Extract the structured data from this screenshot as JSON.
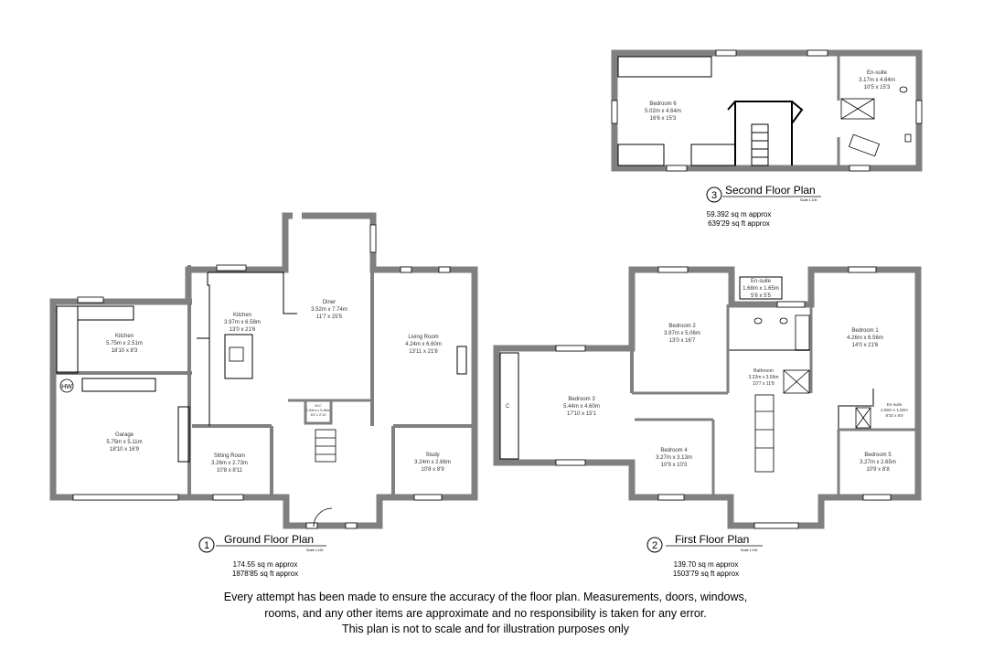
{
  "ground_floor": {
    "number": "1",
    "title": "Ground Floor Plan",
    "scale": "Scale 1:100",
    "area_sqm": "174.55 sq m approx",
    "area_sqft": "1878'85 sq ft approx",
    "rooms": [
      {
        "name": "Kitchen",
        "metric": "5.75m x 2.51m",
        "imperial": "18'10 x 8'3"
      },
      {
        "name": "Kitchen",
        "metric": "3.97m x 6.58m",
        "imperial": "13'0 x 21'6"
      },
      {
        "name": "Diner",
        "metric": "3.52m x 7.74m",
        "imperial": "11'7 x 25'5"
      },
      {
        "name": "Living Room",
        "metric": "4.24m x 6.60m",
        "imperial": "13'11 x 21'8"
      },
      {
        "name": "W.C",
        "metric": "1.84m x 0.86m",
        "imperial": "6'0 x 2'10"
      },
      {
        "name": "Garage",
        "metric": "5.75m x 5.11m",
        "imperial": "18'10 x 16'9"
      },
      {
        "name": "Sitting Room",
        "metric": "3.26m x 2.73m",
        "imperial": "10'8 x 8'11"
      },
      {
        "name": "Study",
        "metric": "3.24m x 2.66m",
        "imperial": "10'8 x 8'9"
      }
    ],
    "hw_label": "HW"
  },
  "first_floor": {
    "number": "2",
    "title": "First Floor Plan",
    "scale": "Scale 1:100",
    "area_sqm": "139.70 sq m approx",
    "area_sqft": "1503'79 sq ft approx",
    "rooms": [
      {
        "name": "Bedroom 2",
        "metric": "3.97m x 5.06m",
        "imperial": "13'0 x 16'7"
      },
      {
        "name": "En-suite",
        "metric": "1.68m x 1.65m",
        "imperial": "5'6 x 5'5"
      },
      {
        "name": "Bedroom 1",
        "metric": "4.26m x 6.56m",
        "imperial": "14'0 x 21'6"
      },
      {
        "name": "Bedroom 3",
        "metric": "5.44m x 4.60m",
        "imperial": "17'10 x 15'1"
      },
      {
        "name": "Bathroom",
        "metric": "3.22m x 3.56m",
        "imperial": "10'7 x 11'8"
      },
      {
        "name": "En-suite",
        "metric": "2.69m x 1.82m",
        "imperial": "8'10 x 6'0"
      },
      {
        "name": "Bedroom 4",
        "metric": "3.27m x 3.13m",
        "imperial": "10'9 x 10'3"
      },
      {
        "name": "Bedroom 5",
        "metric": "3.27m x 2.65m",
        "imperial": "10'9 x 8'8"
      }
    ],
    "cupboard_label": "C"
  },
  "second_floor": {
    "number": "3",
    "title": "Second Floor Plan",
    "scale": "Scale 1:100",
    "area_sqm": "59.392 sq m approx",
    "area_sqft": "639'29 sq ft approx",
    "rooms": [
      {
        "name": "Bedroom 6",
        "metric": "5.02m x 4.64m",
        "imperial": "16'6 x 15'3"
      },
      {
        "name": "En-suite",
        "metric": "3.17m x 4.64m",
        "imperial": "10'5 x 15'3"
      }
    ]
  },
  "disclaimer": [
    "Every attempt has been made to ensure the accuracy of the floor plan. Measurements, doors, windows,",
    "rooms, and any other items are approximate and no responsibility is taken for any error.",
    "This plan is not to scale and for illustration purposes only"
  ],
  "colors": {
    "wall": "#808080",
    "line": "#000000"
  }
}
